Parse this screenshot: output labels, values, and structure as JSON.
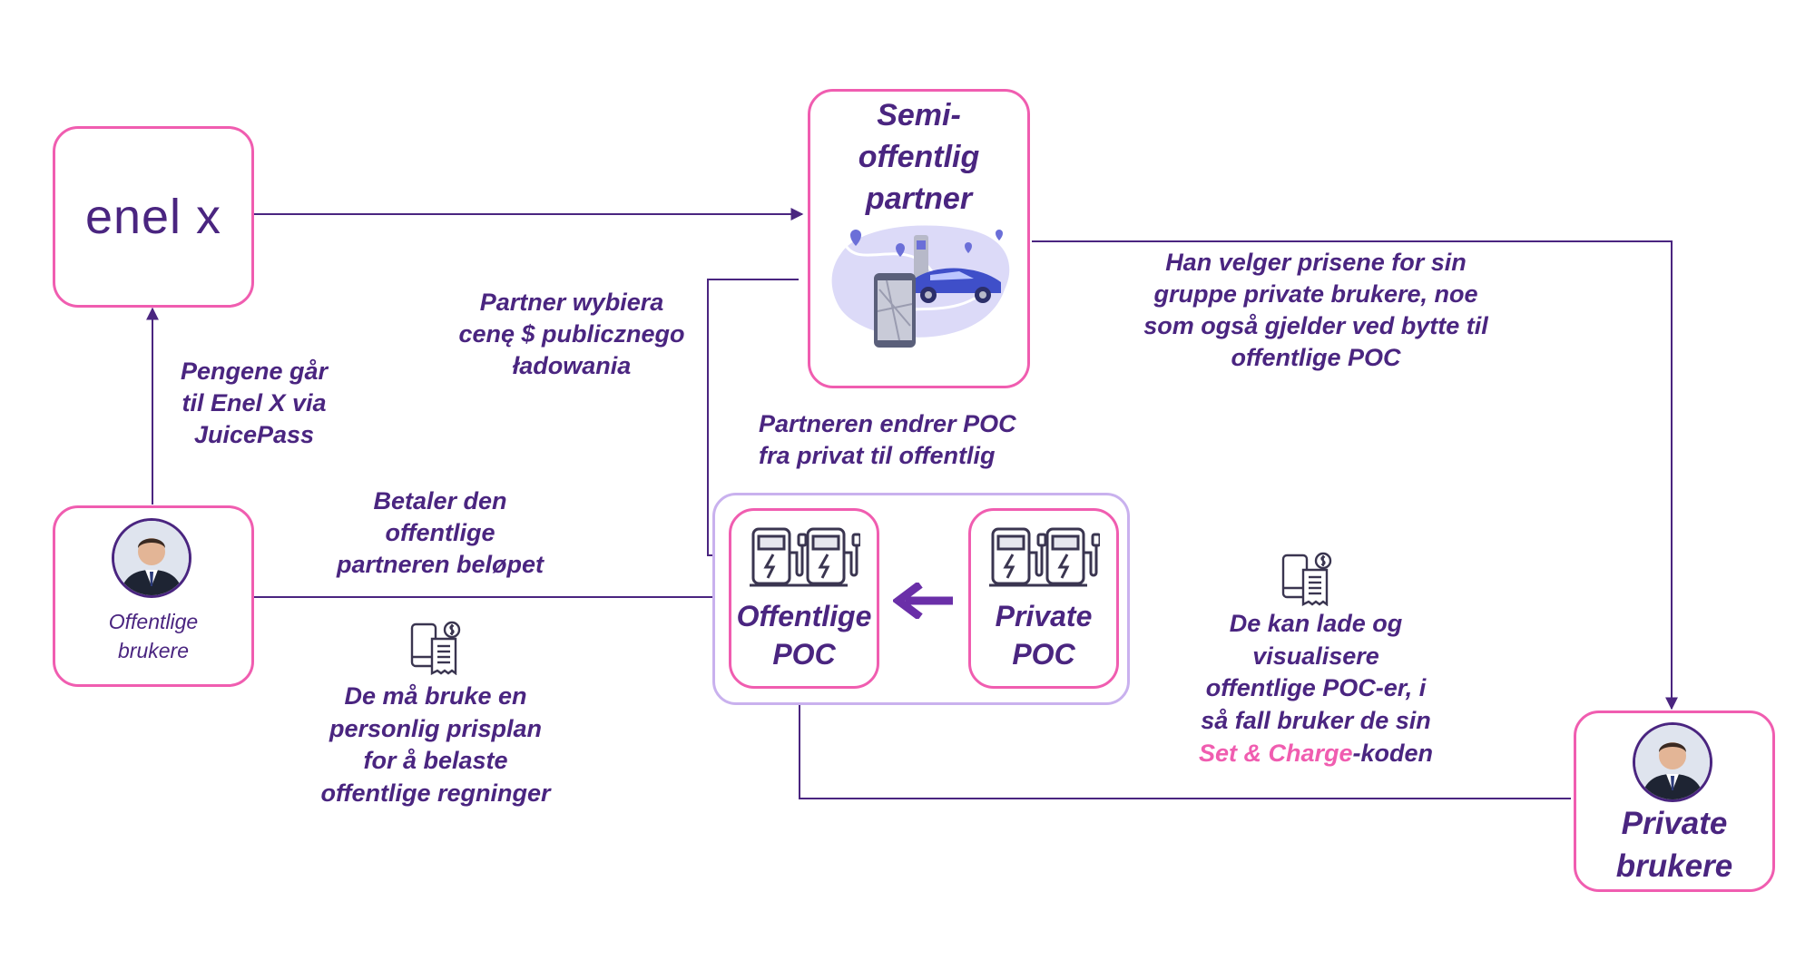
{
  "colors": {
    "accent_pink": "#f05db0",
    "text_purple": "#4a2580",
    "group_border": "#c9b1ee"
  },
  "icons": {
    "enel_logo": "enel-x-logo",
    "charger": "ev-charger-icon",
    "payment": "phone-receipt-icon",
    "avatar": "person-avatar",
    "arrow": "left-arrow-icon",
    "illustration": "ev-map-illustration"
  },
  "enel": {
    "logo_text": "enel x"
  },
  "semi_partner": {
    "title": [
      "Semi-",
      "offentlig",
      "partner"
    ]
  },
  "public_users": {
    "label": [
      "Offentlige",
      "brukere"
    ]
  },
  "public_poc": {
    "label": [
      "Offentlige",
      "POC"
    ]
  },
  "private_poc": {
    "label": [
      "Private",
      "POC"
    ]
  },
  "private_users": {
    "label": [
      "Private",
      "brukere"
    ]
  },
  "annotations": {
    "money_flow": [
      "Pengene går",
      "til Enel X via",
      "JuicePass"
    ],
    "partner_price": [
      "Partner wybiera",
      "cenę $ publicznego",
      "ładowania"
    ],
    "partner_changes": [
      "Partneren endrer POC",
      "fra privat til offentlig"
    ],
    "pays_partner": [
      "Betaler den",
      "offentlige",
      "partneren beløpet"
    ],
    "personal_plan": [
      "De må bruke en",
      "personlig prisplan",
      "for å belaste",
      "offentlige regninger"
    ],
    "chooses_prices": [
      "Han velger prisene for sin",
      "gruppe private brukere, noe",
      "som også gjelder ved bytte til",
      "offentlige POC"
    ],
    "can_charge": [
      "De kan lade og",
      "visualisere",
      "offentlige POC-er,  i",
      "så fall bruker de sin"
    ],
    "set_charge_highlight": "Set & Charge",
    "set_charge_suffix": "-koden"
  }
}
